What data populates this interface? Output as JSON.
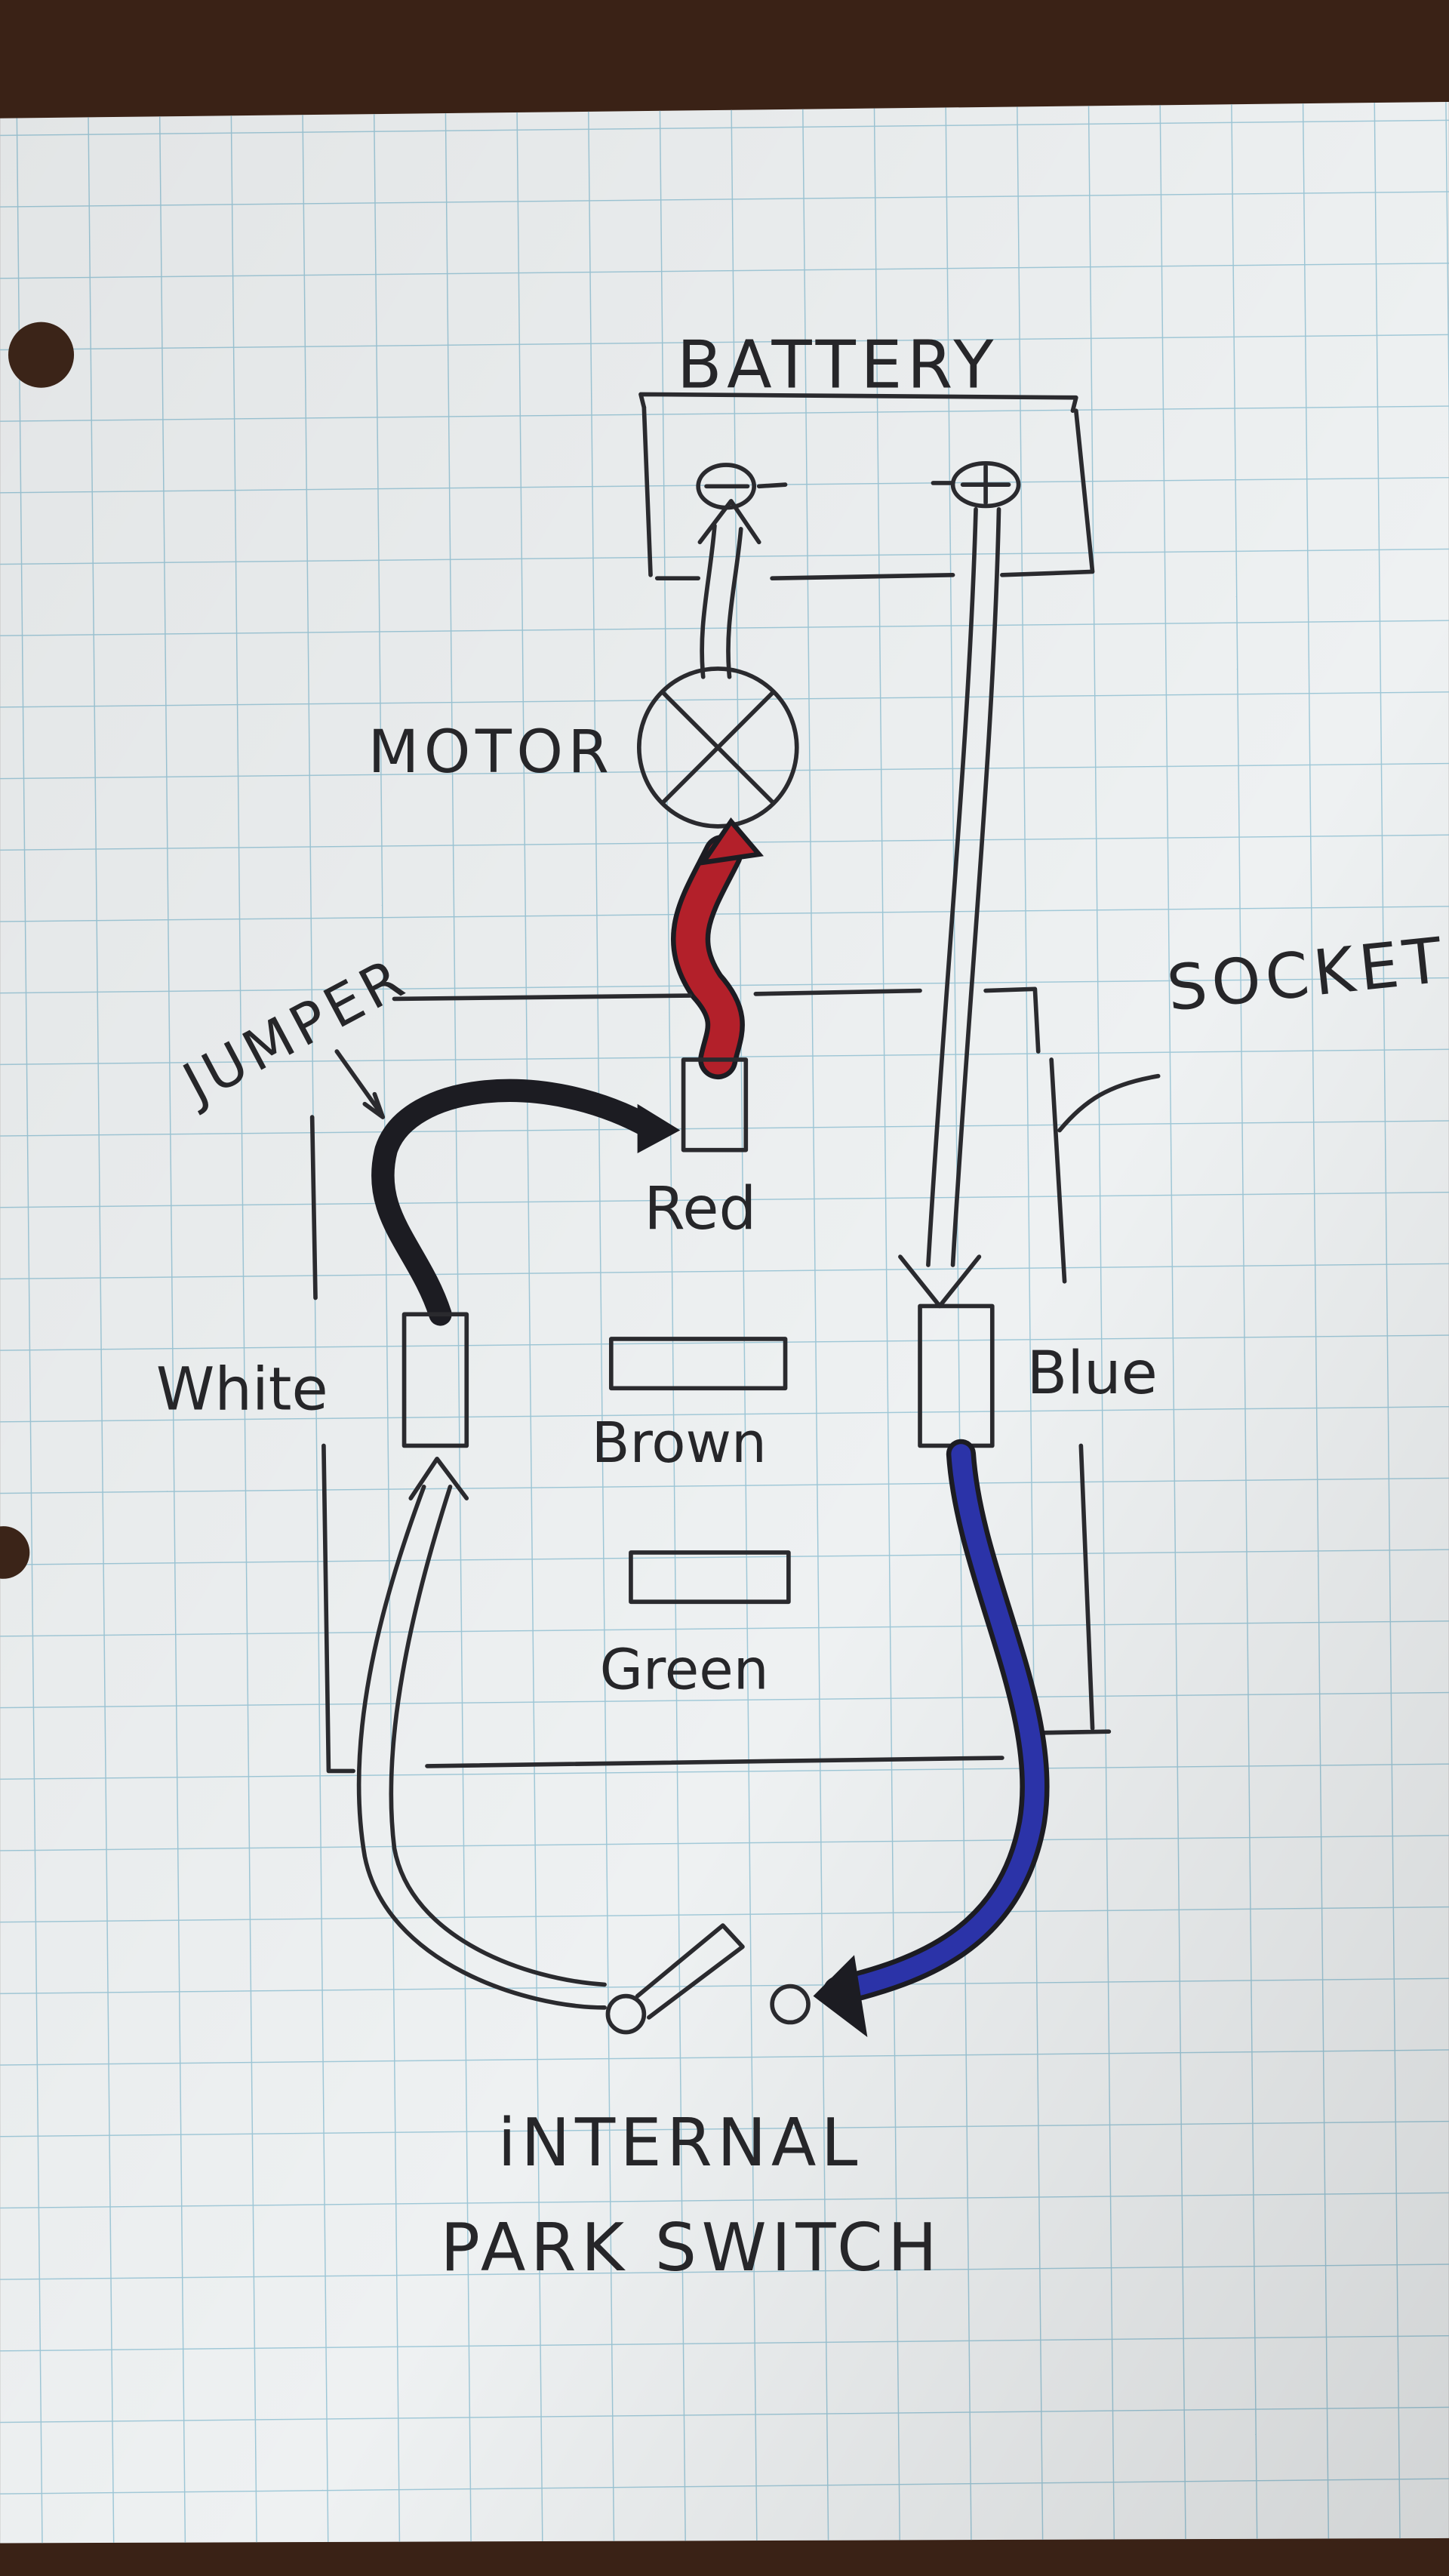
{
  "diagram": {
    "battery_label": "BATTERY",
    "motor_label": "MOTOR",
    "socket_label": "SOCKET",
    "jumper_label": "JUMPER",
    "terminals": {
      "red": "Red",
      "white": "White",
      "brown": "Brown",
      "green": "Green",
      "blue": "Blue"
    },
    "switch_label_line1": "iNTERNAL",
    "switch_label_line2": "PARK SWITCH"
  },
  "colors": {
    "paper": "#eef1f2",
    "grid": "#9cc6d6",
    "wood": "#3a2216",
    "ink": "#2a2a2e",
    "red_wire": "#b3202a",
    "black_wire": "#1c1c22",
    "blue_wire": "#2b33a8"
  }
}
